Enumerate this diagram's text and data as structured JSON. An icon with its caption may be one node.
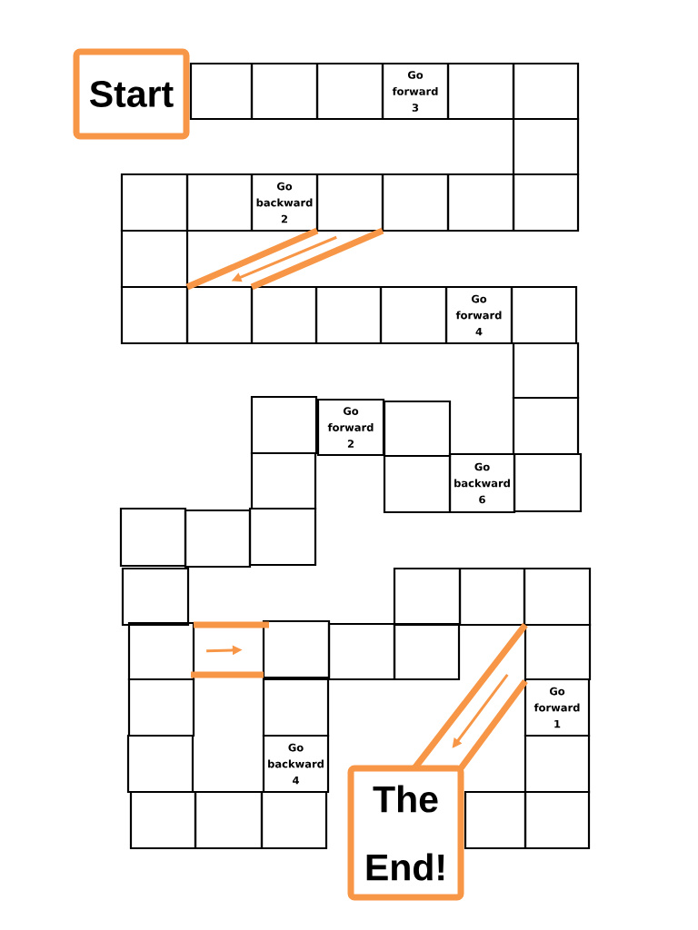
{
  "diagram": {
    "nodes": [
      {
        "text": [
          "Start"
        ]
      },
      {
        "text": [],
        "shape": "box"
      },
      {
        "text": [],
        "shape": "box"
      },
      {
        "text": [],
        "shape": "box"
      },
      {
        "text": [
          "Go forward 3"
        ]
      },
      {
        "text": [],
        "shape": "box"
      },
      {
        "text": [],
        "shape": "box"
      },
      {
        "text": [],
        "shape": "box"
      },
      {
        "text": [],
        "shape": "box"
      },
      {
        "text": [],
        "shape": "box"
      },
      {
        "text": [],
        "shape": "box"
      },
      {
        "text": [],
        "shape": "box"
      },
      {
        "text": [
          "Go backward 2"
        ]
      },
      {
        "text": [],
        "shape": "box"
      },
      {
        "text": [],
        "shape": "box"
      },
      {
        "text": [],
        "shape": "box"
      },
      {
        "text": [],
        "shape": "box"
      },
      {
        "text": [],
        "shape": "box"
      },
      {
        "text": [],
        "shape": "box"
      },
      {
        "text": [],
        "shape": "box"
      },
      {
        "text": [],
        "shape": "box"
      },
      {
        "text": [
          "Go forward 4"
        ]
      },
      {
        "text": [],
        "shape": "box"
      },
      {
        "text": [],
        "shape": "box"
      },
      {
        "text": [],
        "shape": "box"
      },
      {
        "text": [],
        "shape": "box"
      },
      {
        "text": [
          "Go backward 6"
        ]
      },
      {
        "text": [],
        "shape": "box"
      },
      {
        "text": [],
        "shape": "box"
      },
      {
        "text": [
          "Go forward 2"
        ]
      },
      {
        "text": [],
        "shape": "box"
      },
      {
        "text": [],
        "shape": "box"
      },
      {
        "text": [],
        "shape": "box"
      },
      {
        "text": [],
        "shape": "box"
      },
      {
        "text": [],
        "shape": "box"
      },
      {
        "text": [],
        "shape": "box"
      },
      {
        "text": [],
        "shape": "box"
      },
      {
        "text": [],
        "shape": "box"
      },
      {
        "text": [],
        "shape": "box"
      },
      {
        "text": [],
        "shape": "box"
      },
      {
        "text": [],
        "shape": "box"
      },
      {
        "text": [],
        "shape": "box"
      },
      {
        "text": [
          "Go backward 4"
        ]
      },
      {
        "text": [],
        "shape": "box"
      },
      {
        "text": [],
        "shape": "box"
      },
      {
        "text": [],
        "shape": "box"
      },
      {
        "text": [],
        "shape": "box"
      },
      {
        "text": [],
        "shape": "box"
      },
      {
        "text": [],
        "shape": "box"
      },
      {
        "text": [],
        "shape": "box"
      },
      {
        "text": [],
        "shape": "box"
      },
      {
        "text": [
          "Go forward 1"
        ]
      },
      {
        "text": [],
        "shape": "box"
      },
      {
        "text": [],
        "shape": "box"
      },
      {
        "text": [],
        "shape": "box"
      },
      {
        "text": [
          "The End!"
        ]
      }
    ],
    "edges": [
      {
        "from": 11,
        "to": 17,
        "arrow": "to"
      },
      {
        "from": 36,
        "to": 44,
        "arrow": "to"
      },
      {
        "from": 50,
        "to": 55,
        "arrow": "to"
      }
    ]
  }
}
